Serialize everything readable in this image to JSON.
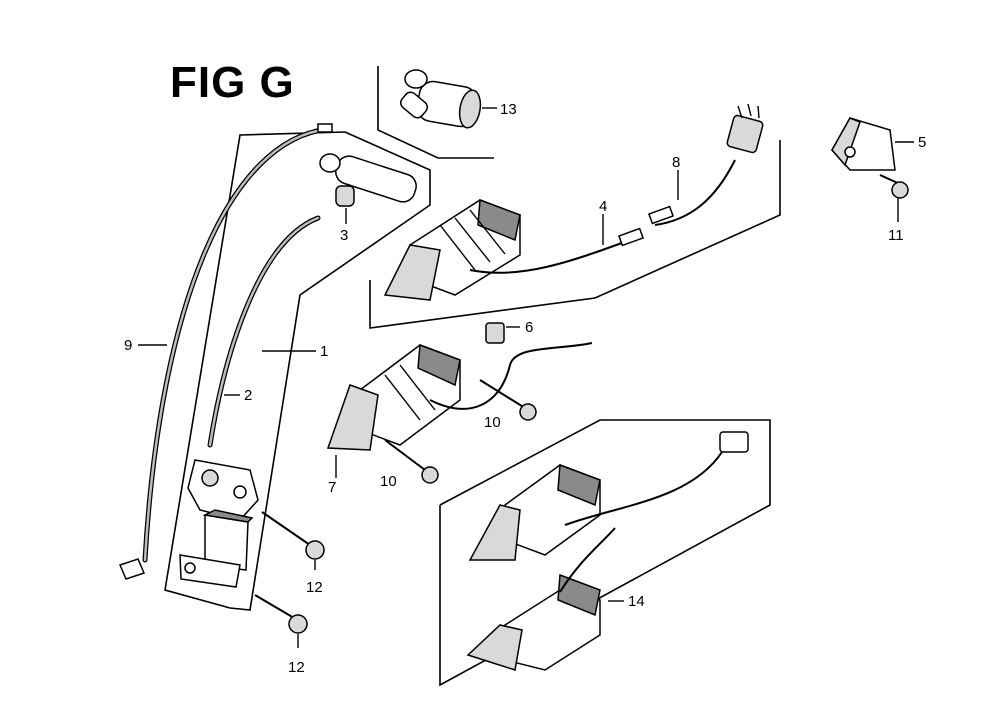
{
  "title": "FIG G",
  "callouts": {
    "c1": "1",
    "c2": "2",
    "c3": "3",
    "c4": "4",
    "c5": "5",
    "c6": "6",
    "c7": "7",
    "c8": "8",
    "c9": "9",
    "c10a": "10",
    "c10b": "10",
    "c11": "11",
    "c12a": "12",
    "c12b": "12",
    "c13": "13",
    "c14": "14"
  }
}
